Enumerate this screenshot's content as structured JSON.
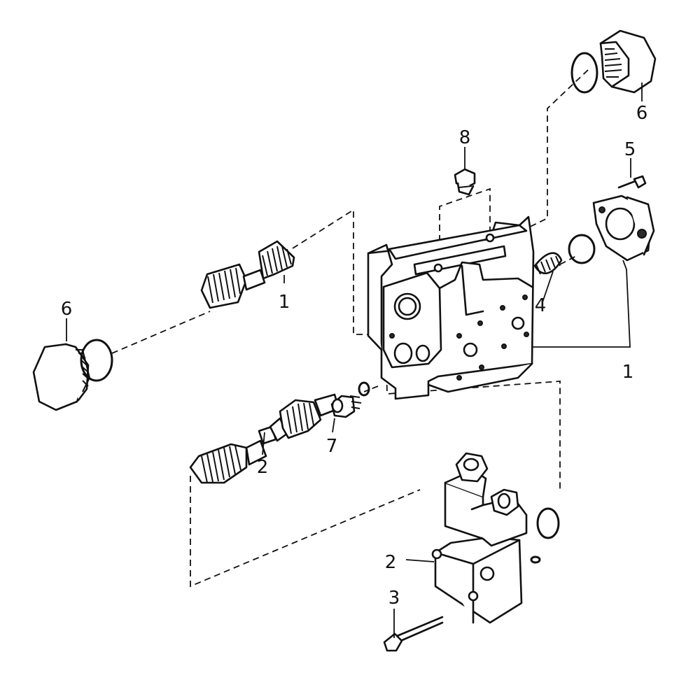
{
  "callouts": {
    "c1_top_spool": "1",
    "c1_body": "1",
    "c2_lower_spool": "2",
    "c2_valve_block": "2",
    "c3_bolt": "3",
    "c4_spring": "4",
    "c5_screw": "5",
    "c6_left_plug": "6",
    "c6_right_plug": "6",
    "c7_seat": "7",
    "c8_plug": "8"
  }
}
